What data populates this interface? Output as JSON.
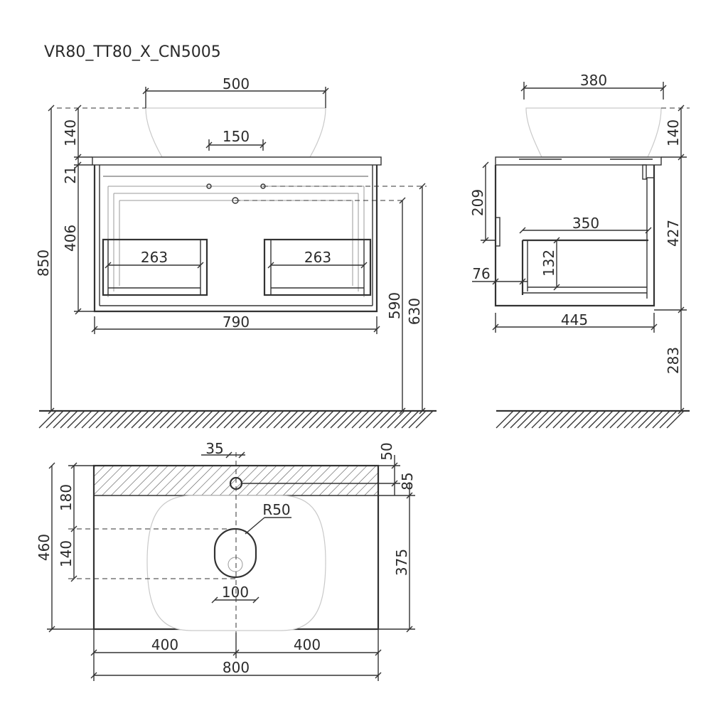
{
  "title": "VR80_TT80_X_CN5005",
  "front_view": {
    "labels": {
      "basin_width": "500",
      "tap_spacing": "150",
      "basin_height": "140",
      "top_thickness": "21",
      "cabinet_height": "406",
      "drawer_width_left": "263",
      "drawer_width_right": "263",
      "cabinet_width": "790",
      "total_height": "850",
      "height_590": "590",
      "height_630": "630"
    }
  },
  "side_view": {
    "labels": {
      "basin_depth": "380",
      "basin_height": "140",
      "dim_209": "209",
      "drawer_depth": "350",
      "dim_427": "427",
      "dim_132": "132",
      "dim_76": "76",
      "cabinet_depth": "445",
      "floor_gap": "283"
    }
  },
  "top_view": {
    "labels": {
      "tap_offset": "35",
      "dim_50": "50",
      "dim_85": "85",
      "dim_180": "180",
      "radius": "R50",
      "depth_460": "460",
      "dim_140": "140",
      "dim_375": "375",
      "drain_width": "100",
      "half_left": "400",
      "half_right": "400",
      "width_800": "800"
    }
  }
}
